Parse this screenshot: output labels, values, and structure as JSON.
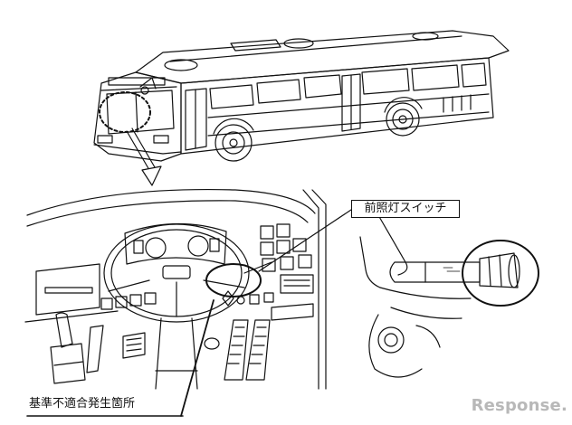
{
  "labels": {
    "headlamp_switch": "前照灯スイッチ",
    "nonconformity_location": "基準不適合発生箇所"
  },
  "watermark": {
    "text": "Response."
  },
  "colors": {
    "line": "#111111",
    "watermark": "#b8b8b8"
  }
}
